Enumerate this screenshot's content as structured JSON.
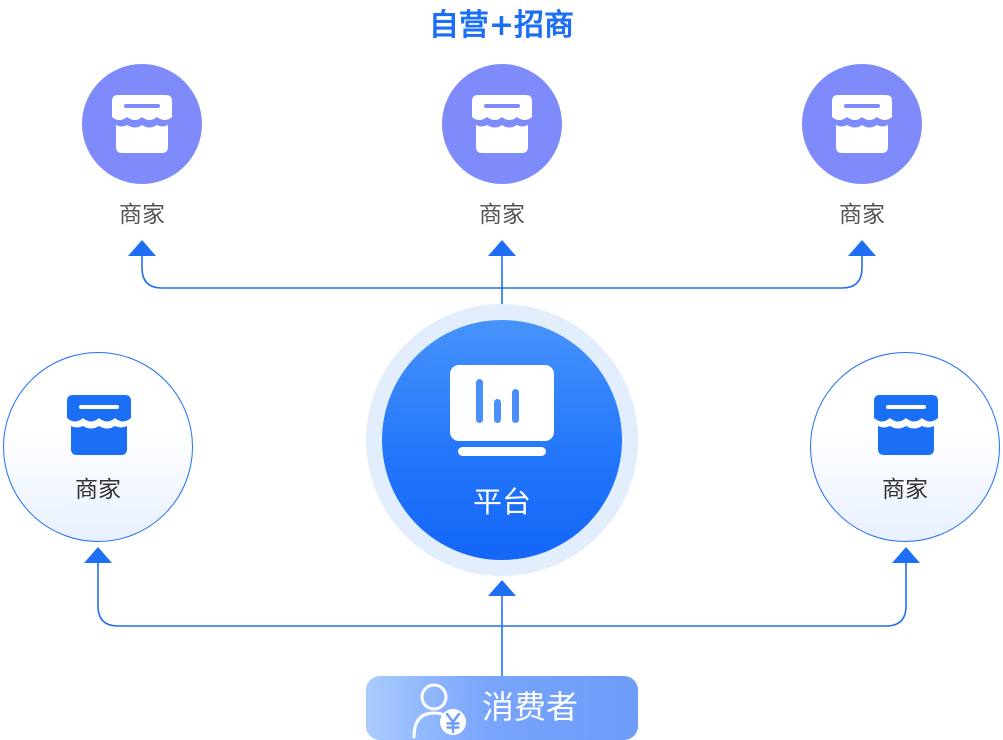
{
  "title": "自营+招商",
  "top_merchants": [
    {
      "label": "商家",
      "icon": "store-icon"
    },
    {
      "label": "商家",
      "icon": "store-icon"
    },
    {
      "label": "商家",
      "icon": "store-icon"
    }
  ],
  "side_merchants": [
    {
      "label": "商家",
      "icon": "store-icon"
    },
    {
      "label": "商家",
      "icon": "store-icon"
    }
  ],
  "platform": {
    "label": "平台",
    "icon": "dashboard-monitor-icon"
  },
  "consumer": {
    "label": "消费者",
    "icon": "user-yen-icon"
  },
  "colors": {
    "accent": "#1a6ff5",
    "connector": "#1f6ff5",
    "top_merchant_fill": "#7f8bfb",
    "platform_fill": "#2477fb",
    "halo": "#e3eefd"
  }
}
